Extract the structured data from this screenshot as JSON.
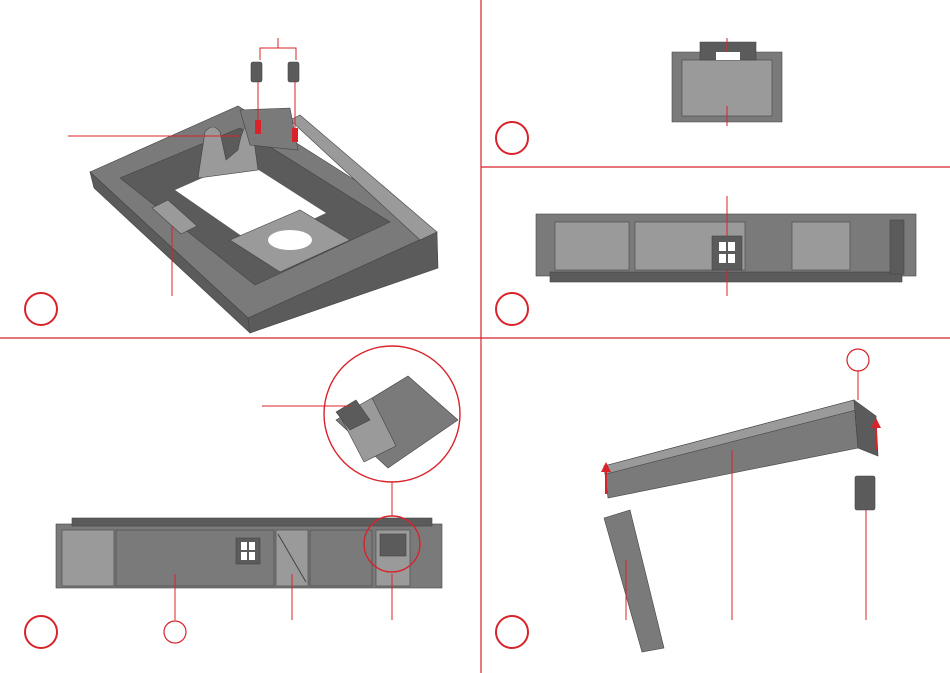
{
  "colors": {
    "accent_red": "#d8232a",
    "part_dark": "#5b5b5b",
    "part_mid": "#7a7a7a",
    "part_light": "#9a9a9a",
    "part_edge": "#444444",
    "background": "#ffffff"
  },
  "panels": [
    {
      "id": "step-1",
      "subject": "base-plate"
    },
    {
      "id": "step-2",
      "subject": "end-wall-top-view"
    },
    {
      "id": "step-3",
      "subject": "rear-wall-with-window"
    },
    {
      "id": "step-4",
      "subject": "front-wall-with-doors"
    },
    {
      "id": "step-5",
      "subject": "wall-assembly"
    }
  ],
  "step_markers": [
    {
      "panel": "step-1",
      "label": ""
    },
    {
      "panel": "step-2",
      "label": ""
    },
    {
      "panel": "step-3",
      "label": ""
    },
    {
      "panel": "step-4",
      "label": ""
    },
    {
      "panel": "step-5",
      "label": ""
    }
  ],
  "detail_callouts": [
    {
      "panel": "step-4",
      "subject": "door-detail-magnified"
    },
    {
      "panel": "step-4",
      "subject": "small-reference-circle"
    },
    {
      "panel": "step-5",
      "subject": "small-reference-circle"
    }
  ]
}
